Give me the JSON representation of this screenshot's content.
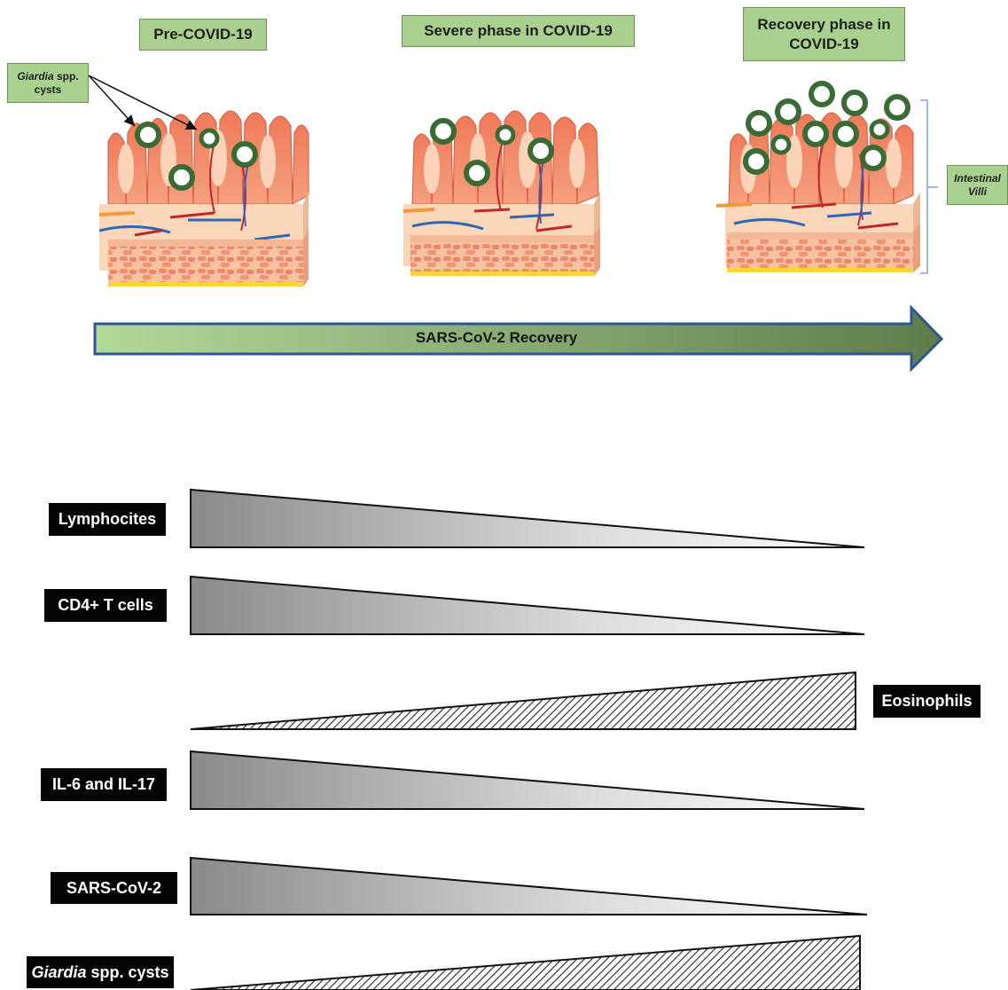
{
  "phases": [
    {
      "label": "Pre-COVID-19"
    },
    {
      "label": "Severe phase in COVID-19"
    },
    {
      "label_line1": "Recovery phase in",
      "label_line2": "COVID-19"
    }
  ],
  "callouts": {
    "cysts_italic": "Giardia",
    "cysts_rest": " spp.",
    "cysts_line2": "cysts",
    "villi_line1": "Intestinal",
    "villi_line2": "Villi"
  },
  "timeline": {
    "label": "SARS-CoV-2 Recovery"
  },
  "trends": [
    {
      "label": "Lymphocites",
      "direction": "decrease",
      "fill": "gradient"
    },
    {
      "label": "CD4+ T cells",
      "direction": "decrease",
      "fill": "gradient"
    },
    {
      "label": "Eosinophils",
      "direction": "increase",
      "fill": "hatched"
    },
    {
      "label": "IL-6 and IL-17",
      "direction": "decrease",
      "fill": "gradient"
    },
    {
      "label": "SARS-CoV-2",
      "direction": "decrease",
      "fill": "gradient"
    },
    {
      "label_italic": "Giardia",
      "label_rest": " spp. cysts",
      "direction": "increase",
      "fill": "hatched"
    }
  ],
  "colors": {
    "label_green": "#a9d08e",
    "arrow_start": "#a9d08e",
    "arrow_end": "#5e7d4a",
    "arrow_border": "#2f5597",
    "cyst_ring": "#3a6b35",
    "black_label": "#050505"
  }
}
